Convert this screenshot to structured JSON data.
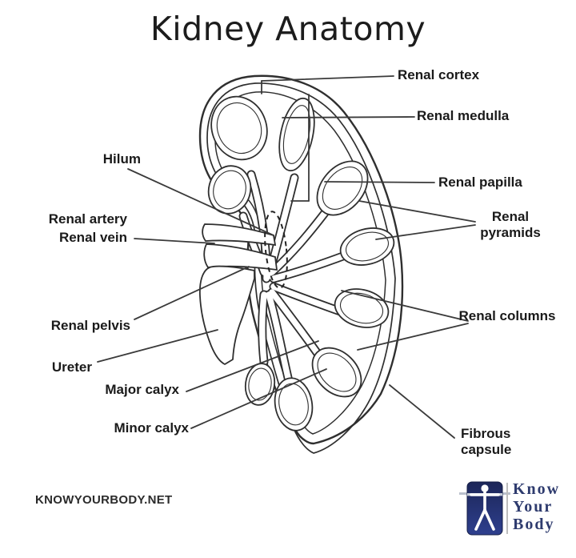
{
  "title": "Kidney Anatomy",
  "diagram": {
    "type": "anatomy-line-drawing",
    "subject": "kidney cross-section",
    "labels": {
      "renal_cortex": "Renal cortex",
      "renal_medulla": "Renal medulla",
      "renal_papilla": "Renal papilla",
      "renal_pyramids": "Renal pyramids",
      "renal_columns": "Renal columns",
      "fibrous_capsule": "Fibrous capsule",
      "hilum": "Hilum",
      "renal_artery": "Renal artery",
      "renal_vein": "Renal vein",
      "renal_pelvis": "Renal pelvis",
      "ureter": "Ureter",
      "major_calyx": "Major calyx",
      "minor_calyx": "Minor calyx"
    }
  },
  "footer": {
    "website": "KNOWYOURBODY.NET",
    "logo": {
      "icon": "human-figure-icon",
      "line1": "Know",
      "line2": "Your",
      "line3": "Body",
      "text_color": "#2e3b6e",
      "icon_bg_top": "#1c2658",
      "icon_bg_bottom": "#2e3f8e"
    }
  },
  "colors": {
    "background": "#ffffff",
    "line_art": "#2f2f2f",
    "label_text": "#1a1a1a"
  }
}
